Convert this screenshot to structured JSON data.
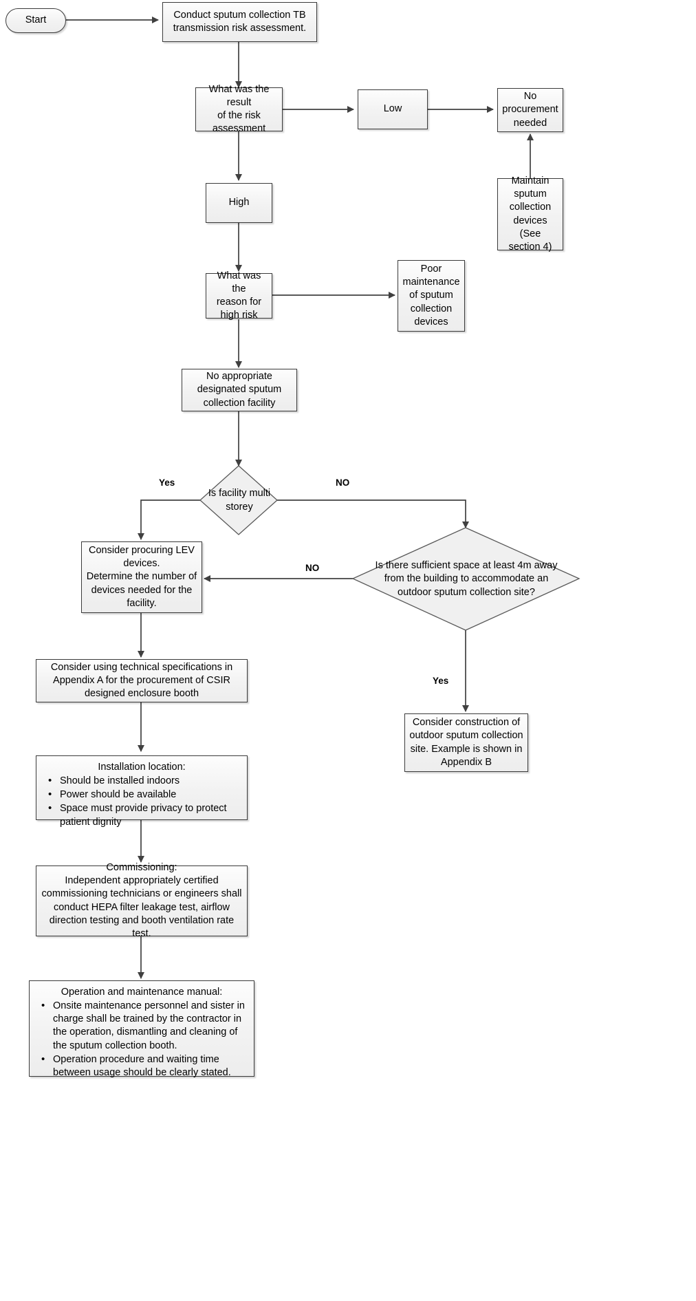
{
  "diagram": {
    "title": "Sputum collection TB transmission risk assessment flowchart",
    "type": "flowchart",
    "colors": {
      "node_fill_top": "#fdfdfd",
      "node_fill_bottom": "#ededed",
      "node_border": "#3a3a3a",
      "connector": "#404040",
      "text": "#000000",
      "background": "#ffffff"
    }
  },
  "nodes": {
    "start": {
      "label": "Start",
      "shape": "terminator"
    },
    "conduct_assessment": {
      "label": "Conduct sputum collection TB\ntransmission risk assessment.",
      "shape": "process"
    },
    "result_question": {
      "label": "What was the result\nof the risk\nassessment",
      "shape": "process"
    },
    "low": {
      "label": "Low",
      "shape": "process"
    },
    "no_procurement": {
      "label": "No\nprocurement\nneeded",
      "shape": "process"
    },
    "high": {
      "label": "High",
      "shape": "process"
    },
    "maintain_devices": {
      "label": "Maintain\nsputum\ncollection\ndevices (See\nsection 4)",
      "shape": "process"
    },
    "reason_question": {
      "label": "What was the\nreason for\nhigh risk",
      "shape": "process"
    },
    "poor_maintenance": {
      "label": "Poor\nmaintenance\nof sputum\ncollection\ndevices",
      "shape": "process"
    },
    "no_facility": {
      "label": "No appropriate\ndesignated sputum\ncollection facility",
      "shape": "process"
    },
    "multi_storey": {
      "label": "Is facility multi\nstorey",
      "shape": "decision"
    },
    "sufficient_space": {
      "label": "Is there sufficient space at least 4m away\nfrom the building to accommodate an\noutdoor sputum collection site?",
      "shape": "decision"
    },
    "procure_lev": {
      "label": "Consider procuring LEV\ndevices.\nDetermine the number of\ndevices needed for the\nfacility.",
      "shape": "process"
    },
    "outdoor_site": {
      "label": "Consider construction of\noutdoor sputum collection\nsite. Example is shown in\nAppendix B",
      "shape": "process"
    },
    "tech_specs": {
      "label": "Consider using technical specifications in\nAppendix A for the procurement of CSIR\ndesigned enclosure booth",
      "shape": "process"
    },
    "installation": {
      "shape": "process-list",
      "heading": "Installation location:",
      "items": [
        "Should be installed indoors",
        "Power should be available",
        "Space must provide privacy to protect patient dignity"
      ]
    },
    "commissioning": {
      "shape": "process",
      "label": "Commissioning:\nIndependent appropriately certified\ncommissioning technicians or engineers shall\nconduct HEPA filter leakage test, airflow\ndirection testing and booth ventilation rate test."
    },
    "operation_manual": {
      "shape": "process-list",
      "heading": "Operation and maintenance manual:",
      "items": [
        "Onsite maintenance personnel and sister in charge shall be trained by the contractor in the operation, dismantling and cleaning of the sputum collection booth.",
        "Operation procedure and waiting time between usage should be clearly stated."
      ]
    }
  },
  "edge_labels": {
    "multi_storey_yes": "Yes",
    "multi_storey_no": "NO",
    "sufficient_space_no": "NO",
    "sufficient_space_yes": "Yes"
  }
}
